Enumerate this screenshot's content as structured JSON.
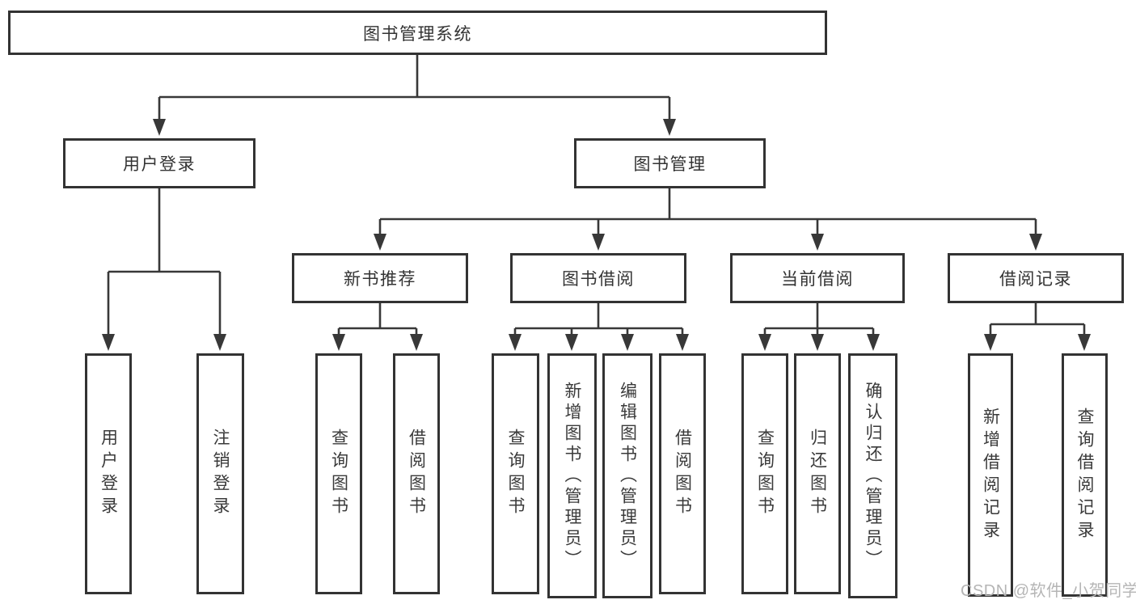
{
  "diagram": {
    "title": "图书管理系统",
    "root": {
      "label": "图书管理系统"
    },
    "branches": [
      {
        "label": "用户登录",
        "children": [
          {
            "label": "用户登录"
          },
          {
            "label": "注销登录"
          }
        ]
      },
      {
        "label": "图书管理",
        "children": [
          {
            "label": "新书推荐",
            "children": [
              {
                "label": "查询图书"
              },
              {
                "label": "借阅图书"
              }
            ]
          },
          {
            "label": "图书借阅",
            "children": [
              {
                "label": "查询图书"
              },
              {
                "label": "新增图书（管理员）"
              },
              {
                "label": "编辑图书（管理员）"
              },
              {
                "label": "借阅图书"
              }
            ]
          },
          {
            "label": "当前借阅",
            "children": [
              {
                "label": "查询图书"
              },
              {
                "label": "归还图书"
              },
              {
                "label": "确认归还（管理员）"
              }
            ]
          },
          {
            "label": "借阅记录",
            "children": [
              {
                "label": "新增借阅记录"
              },
              {
                "label": "查询借阅记录"
              }
            ]
          }
        ]
      }
    ]
  },
  "watermark": {
    "text": "CSDN @软件_小贺同学"
  },
  "colors": {
    "line": "#383838",
    "box_border": "#333333",
    "text": "#333333",
    "watermark": "#b5b5b5",
    "background": "#ffffff"
  }
}
